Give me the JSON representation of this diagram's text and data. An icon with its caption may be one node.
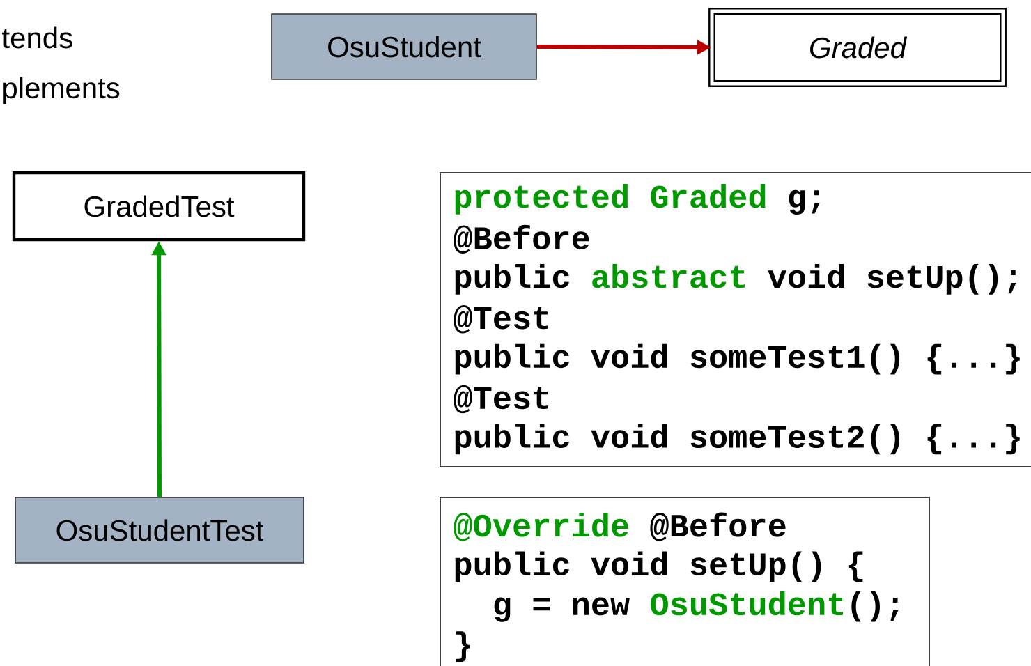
{
  "diagram": {
    "nodes": [
      {
        "text": [
          "OsuStudent"
        ]
      },
      {
        "text": [
          "Graded"
        ]
      },
      {
        "text": [
          "GradedTest"
        ]
      },
      {
        "text": [
          "protected Graded",
          "g;",
          "@Before",
          "public",
          "abstract",
          "void setUp();",
          "@Test",
          "public void someTest1() {...}",
          "@Test",
          "public void someTest2() {...}"
        ]
      },
      {
        "text": [
          "OsuStudentTest"
        ]
      },
      {
        "text": [
          "@Override",
          "@Before",
          "public void setUp() {",
          "g = new",
          "OsuStudent",
          "();",
          "}"
        ]
      }
    ],
    "edges": [
      {
        "from": 0,
        "to": 1,
        "arrow": "to",
        "color": "#c00000"
      },
      {
        "from": 4,
        "to": 2,
        "arrow": "to",
        "color": "#009900"
      }
    ],
    "labels": [
      "tends",
      "plements"
    ]
  }
}
